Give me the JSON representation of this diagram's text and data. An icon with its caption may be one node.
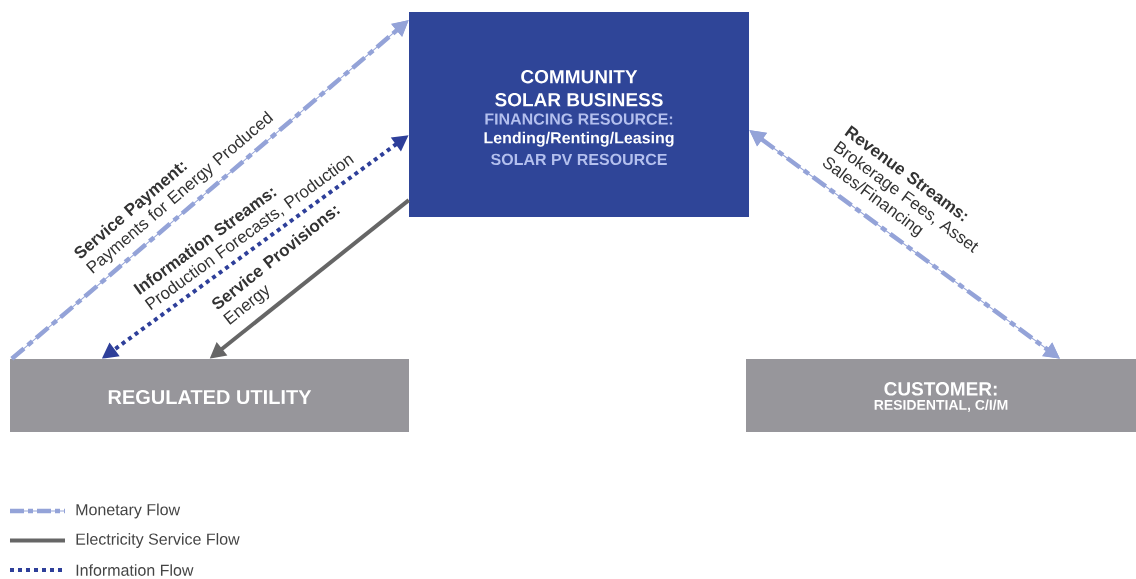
{
  "diagram": {
    "nodes": [
      {
        "text": [
          "COMMUNITY SOLAR BUSINESS",
          "FINANCING RESOURCE:",
          "Lending/Renting/Leasing",
          "SOLAR PV RESOURCE"
        ]
      },
      {
        "text": [
          "REGULATED UTILITY"
        ]
      },
      {
        "text": [
          "CUSTOMER:",
          "RESIDENTIAL, C/I/M"
        ]
      }
    ],
    "edges": [
      {
        "from": 1,
        "to": 0,
        "arrow": "to",
        "label": "**Service Payment:** Payments for Energy Produced",
        "style": "dashed"
      },
      {
        "from": 0,
        "to": 1,
        "arrow": "both",
        "label": "**Information Streams:** Production Forecasts, Production",
        "style": "dashed",
        "color": "#2e3f9a"
      },
      {
        "from": 0,
        "to": 1,
        "arrow": "to",
        "label": "**Service Provisions:** Energy",
        "color": "#666666"
      },
      {
        "from": 0,
        "to": 2,
        "arrow": "both",
        "label": "**Revenue Streams:** Brokerage Fees, Asset Sales/Financing",
        "style": "dashed"
      }
    ],
    "legend": [
      {
        "text": "Monetary Flow"
      },
      {
        "text": "Electricity Service Flow"
      },
      {
        "text": "Information Flow"
      }
    ]
  }
}
